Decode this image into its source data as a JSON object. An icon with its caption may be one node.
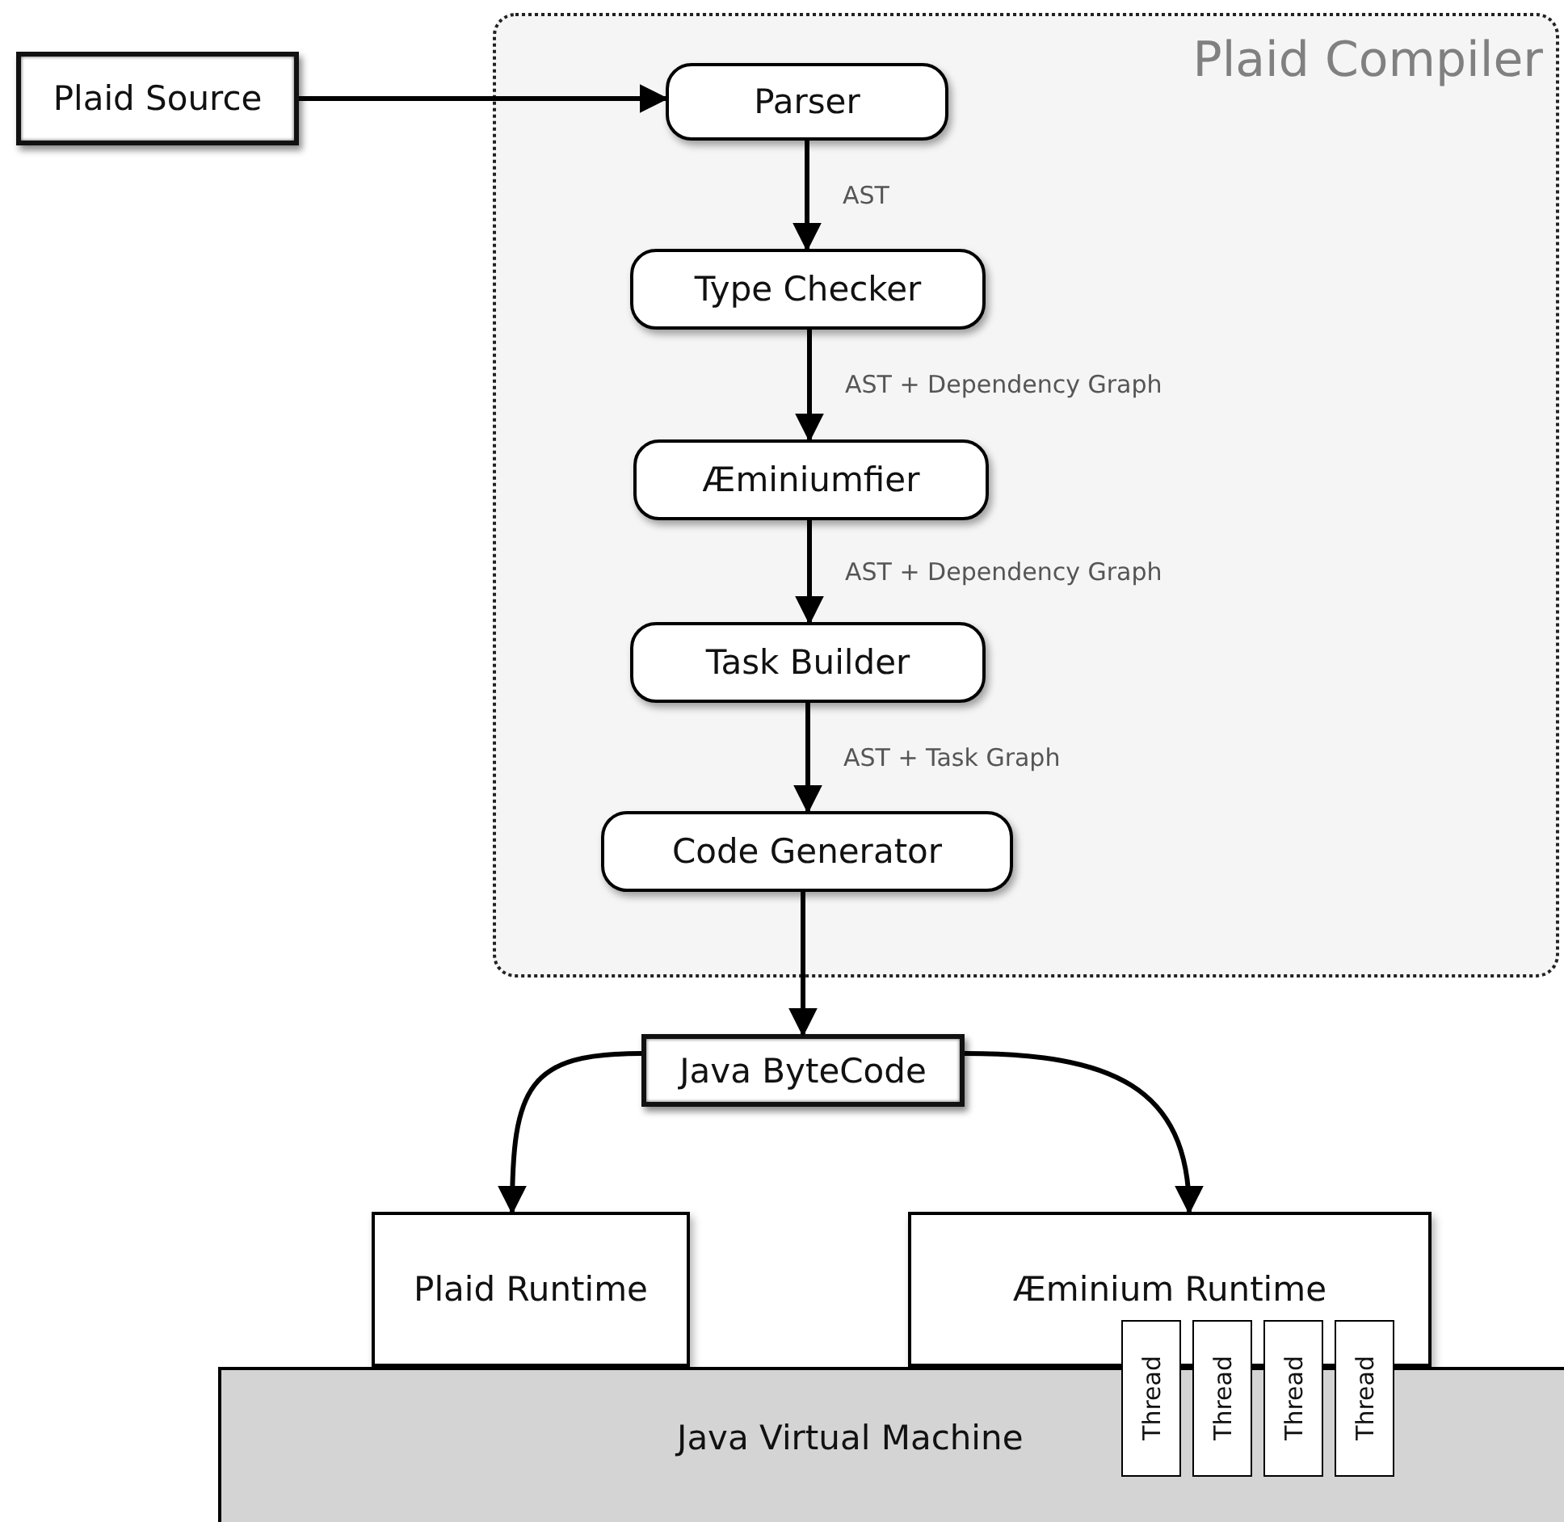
{
  "diagram": {
    "nodes": [
      {
        "text": [
          "Plaid Compiler"
        ]
      },
      {
        "text": [
          "Plaid Source"
        ]
      },
      {
        "text": [
          "Parser"
        ],
        "in": 0
      },
      {
        "text": [
          "Type Checker"
        ],
        "in": 0
      },
      {
        "text": [
          "Æminiumfier"
        ],
        "in": 0
      },
      {
        "text": [
          "Task Builder"
        ],
        "in": 0
      },
      {
        "text": [
          "Code Generator"
        ],
        "in": 0
      },
      {
        "text": [
          "Java ByteCode"
        ]
      },
      {
        "text": [
          "Plaid Runtime"
        ]
      },
      {
        "text": [
          "Æminium Runtime"
        ]
      },
      {
        "text": [
          "Java Virtual Machine"
        ]
      },
      {
        "text": [
          "Thread"
        ]
      },
      {
        "text": [
          "Thread"
        ]
      },
      {
        "text": [
          "Thread"
        ]
      },
      {
        "text": [
          "Thread"
        ]
      }
    ],
    "edges": [
      {
        "from": 1,
        "to": 2,
        "arrow": "to"
      },
      {
        "from": 2,
        "to": 3,
        "arrow": "to",
        "label": "AST"
      },
      {
        "from": 3,
        "to": 4,
        "arrow": "to",
        "label": "AST + Dependency Graph"
      },
      {
        "from": 4,
        "to": 5,
        "arrow": "to",
        "label": "AST + Dependency Graph"
      },
      {
        "from": 5,
        "to": 6,
        "arrow": "to",
        "label": "AST + Task Graph"
      },
      {
        "from": 6,
        "to": 7,
        "arrow": "to"
      },
      {
        "from": 7,
        "to": 8,
        "arrow": "to"
      },
      {
        "from": 7,
        "to": 9,
        "arrow": "to"
      }
    ]
  }
}
